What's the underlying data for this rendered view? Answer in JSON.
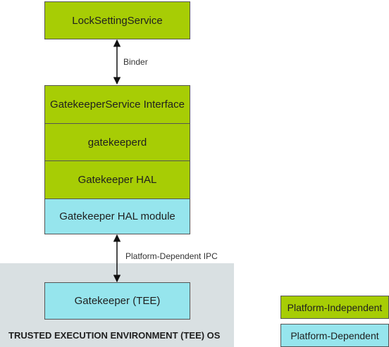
{
  "nodes": {
    "lock_setting_service": "LockSettingService",
    "gatekeeper_service_interface": "GatekeeperService Interface",
    "gatekeeperd": "gatekeeperd",
    "gatekeeper_hal": "Gatekeeper HAL",
    "gatekeeper_hal_module": "Gatekeeper HAL module",
    "gatekeeper_tee": "Gatekeeper (TEE)"
  },
  "edges": {
    "binder": "Binder",
    "platform_dependent_ipc": "Platform-Dependent IPC"
  },
  "tee_region": {
    "label": "TRUSTED EXECUTION ENVIRONMENT (TEE) OS"
  },
  "legend": {
    "platform_independent": "Platform-Independent",
    "platform_dependent": "Platform-Dependent"
  },
  "colors": {
    "platform_independent": "#a7cd05",
    "platform_dependent": "#96e5ed",
    "tee_background": "#d9e0e2"
  }
}
